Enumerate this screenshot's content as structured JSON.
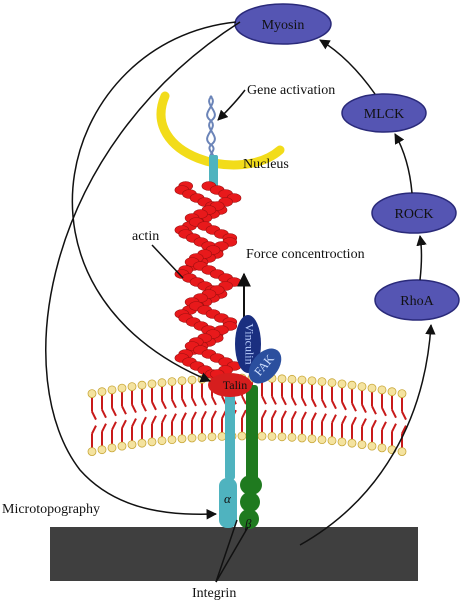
{
  "diagram": {
    "nodes": {
      "myosin": "Myosin",
      "mlck": "MLCK",
      "rock": "ROCK",
      "rhoa": "RhoA",
      "talin": "Talin",
      "vinculin": "Vinculin",
      "fak": "FAK"
    },
    "labels": {
      "gene_activation": "Gene activation",
      "nucleus": "Nucleus",
      "actin": "actin",
      "force": "Force concentroction",
      "microtopography": "Microtopography",
      "integrin": "Integrin",
      "alpha": "α",
      "beta": "β"
    },
    "colors": {
      "node_fill": "#5555b3",
      "node_stroke": "#2a2a7a",
      "actin": "#e8191b",
      "nucleus": "#f2dc1a",
      "talin": "#d61e1e",
      "vinculin": "#1a2f80",
      "fak": "#2b4f9e",
      "membrane": "#f4e3a0",
      "membrane_red": "#c81a1a",
      "integrin_alpha": "#4fb3bf",
      "integrin_beta": "#1f7a1f",
      "substrate": "#3f3f3f"
    }
  }
}
